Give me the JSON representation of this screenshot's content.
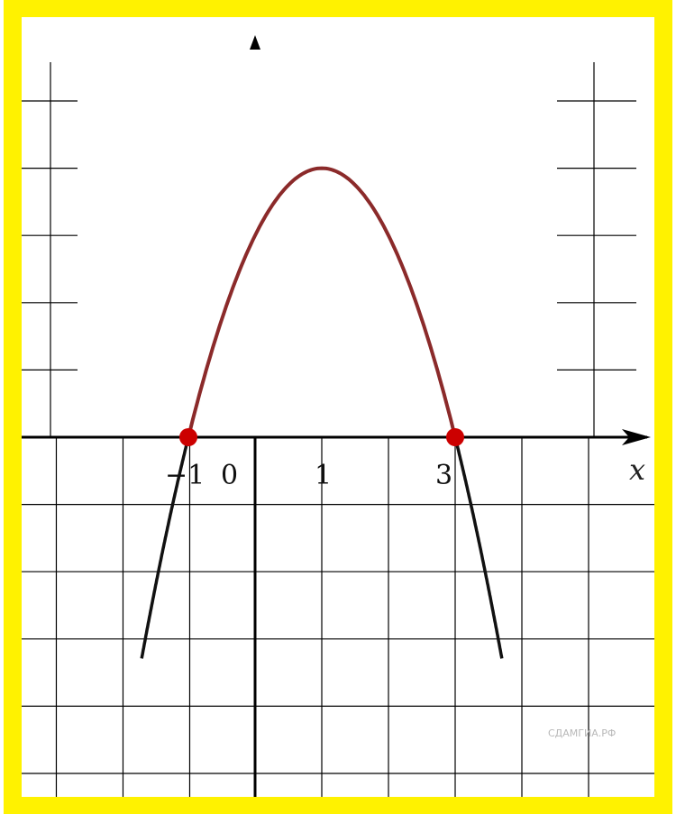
{
  "chart_data": {
    "type": "line",
    "title": "",
    "xlabel": "x",
    "ylabel": "",
    "x_tick_labels": [
      {
        "x": -1,
        "label": "−1"
      },
      {
        "x": 0,
        "label": "0"
      },
      {
        "x": 1,
        "label": "1"
      },
      {
        "x": 3,
        "label": "3"
      }
    ],
    "xlim": [
      -3.4,
      5.7
    ],
    "ylim": [
      -5.3,
      5.8
    ],
    "grid": true,
    "function": "y = -(x + 1)(x - 3)",
    "roots": [
      -1,
      3
    ],
    "vertex": {
      "x": 1,
      "y": 4
    },
    "series": [
      {
        "x": [
          -1.7,
          -1.5,
          -1.3,
          -1.0,
          -0.5,
          0,
          0.5,
          1,
          1.5,
          2,
          2.5,
          3.0,
          3.3,
          3.5,
          3.7
        ],
        "y": [
          -3.29,
          -2.25,
          -1.29,
          0,
          1.75,
          3,
          3.75,
          4,
          3.75,
          3,
          1.75,
          0,
          -1.29,
          -2.25,
          -3.29
        ]
      }
    ],
    "highlight_points": [
      {
        "x": -1,
        "y": 0
      },
      {
        "x": 3,
        "y": 0
      }
    ],
    "colors": {
      "frame": "#FFF200",
      "curve_positive": "#8B2A2A",
      "curve_negative": "#111111",
      "root_marker": "#CC0000",
      "grid": "#000000"
    }
  },
  "watermark": "СДАМГИА.РФ"
}
